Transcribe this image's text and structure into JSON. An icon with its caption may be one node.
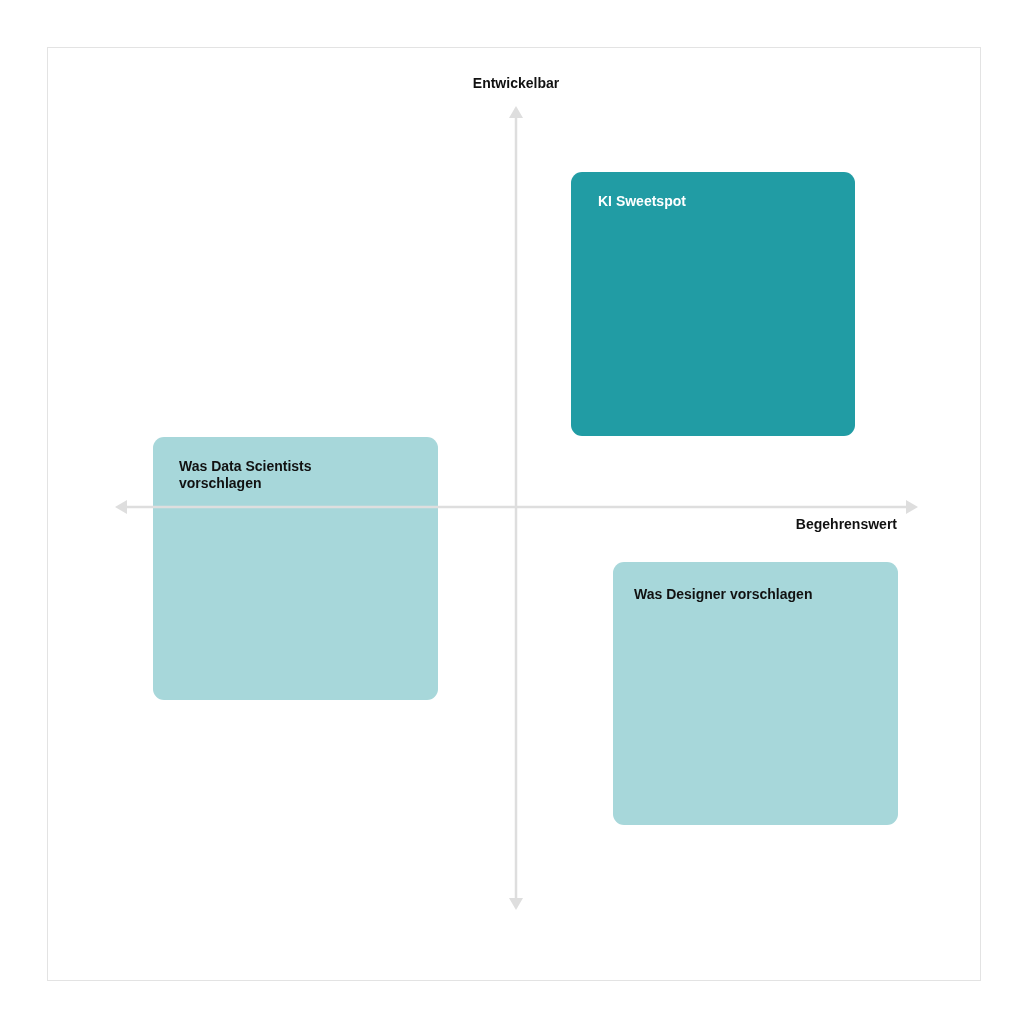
{
  "diagram": {
    "nodes": [
      {
        "text": [
          "KI Sweetspot"
        ]
      },
      {
        "text": [
          "Was Data Scientists vorschlagen"
        ]
      },
      {
        "text": [
          "Was Designer vorschlagen"
        ]
      }
    ],
    "labels": [
      "Entwickelbar",
      "Begehrenswert"
    ]
  }
}
